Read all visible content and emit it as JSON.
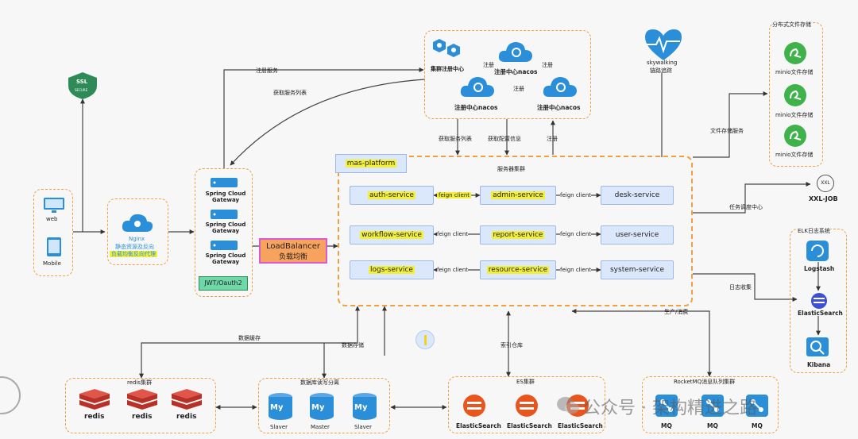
{
  "clients": {
    "web": "web",
    "mobile": "Mobile"
  },
  "nginx": {
    "name": "Nginx",
    "line1": "静态资源及反向",
    "line2": "负载均衡反向代理"
  },
  "ssl": {
    "line1": "SSL",
    "line2": "SECURE"
  },
  "gateway": {
    "items": [
      "Spring Cloud Gateway",
      "Spring Cloud Gateway",
      "Spring Cloud Gateway"
    ],
    "auth": "JWT/Oauth2"
  },
  "lb": {
    "line1": "LoadBalancer",
    "line2": "负载均衡"
  },
  "registry": {
    "cluster_label": "集群注册中心",
    "nacos": "注册中心nacos",
    "register": "注册"
  },
  "skywalking": {
    "name": "skywalking",
    "sub": "链路追踪"
  },
  "edges": {
    "register_service": "注册服务",
    "get_service_list_1": "获取服务列表",
    "get_service_list_2": "获取服务列表",
    "get_config": "获取配置信息",
    "register_2": "注册",
    "file_storage": "文件存储服务",
    "task_center": "任务调度中心",
    "log_collect": "日志收集",
    "produce_consume": "生产/消费",
    "data_cache": "数据缓存",
    "data_storage": "数据存储",
    "index_repo": "索引仓库",
    "feign": "feign client"
  },
  "platform": {
    "tag": "mas-platform",
    "title": "服务器集群"
  },
  "services": [
    [
      "auth-service",
      "admin-service",
      "desk-service"
    ],
    [
      "workflow-service",
      "report-service",
      "user-service"
    ],
    [
      "logs-service",
      "resource-service",
      "system-service"
    ]
  ],
  "minio": {
    "title": "分布式文件存储",
    "item": "minio文件存储"
  },
  "xxl": {
    "logo": "XXL",
    "name": "XXL-JOB"
  },
  "elk": {
    "title": "ELK日志系统",
    "logstash": "Logstash",
    "es": "ElasticSearch",
    "kibana": "Kibana"
  },
  "redis": {
    "title": "redis集群",
    "item": "redis"
  },
  "mysql": {
    "title": "数据库读写分离",
    "logo": "My",
    "nodes": [
      "Slaver",
      "Master",
      "Slaver"
    ]
  },
  "es_cluster": {
    "title": "ES集群",
    "item": "ElasticSearch"
  },
  "mq": {
    "title": "RocketMQ消息队列集群",
    "item": "MQ"
  },
  "watermark": "公众号 · 架构精进之路",
  "colors": {
    "dash": "#f0a040",
    "svc_bg": "#dbe7fb",
    "highlight": "#f4f03a",
    "cloud": "#2a8fd8",
    "green": "#2e8b57",
    "redis": "#c83228",
    "es": "#e8561e"
  }
}
